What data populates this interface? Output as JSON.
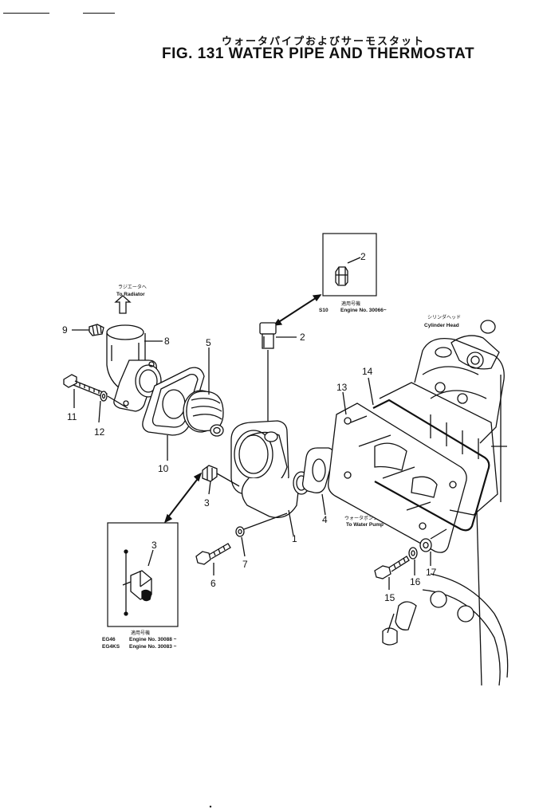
{
  "header": {
    "title_jp": "ウォータパイプおよびサーモスタット",
    "title_en": "FIG. 131  WATER PIPE AND THERMOSTAT"
  },
  "labels": {
    "to_radiator_jp": "ラジエータへ",
    "to_radiator": "To Radiator",
    "cylinder_head_jp": "シリンダヘッド",
    "cylinder_head": "Cylinder Head",
    "to_water_pump_jp": "ウォータポンプへ",
    "to_water_pump": "To Water Pump"
  },
  "inset_top": {
    "part_no": "2",
    "applies_jp": "適用号機",
    "model": "S10",
    "engine_no": "Engine No. 30066~"
  },
  "inset_bottom": {
    "part_no": "3",
    "applies_jp": "適用号機",
    "row1_model": "EG46",
    "row1_engine": "Engine No. 30088 ~",
    "row2_model": "EG4KS",
    "row2_engine": "Engine No. 30083 ~"
  },
  "callouts": {
    "n1": "1",
    "n2": "2",
    "n3": "3",
    "n4": "4",
    "n5": "5",
    "n6": "6",
    "n7": "7",
    "n8": "8",
    "n9": "9",
    "n10": "10",
    "n11": "11",
    "n12": "12",
    "n13": "13",
    "n14": "14",
    "n15": "15",
    "n16": "16",
    "n17": "17"
  }
}
